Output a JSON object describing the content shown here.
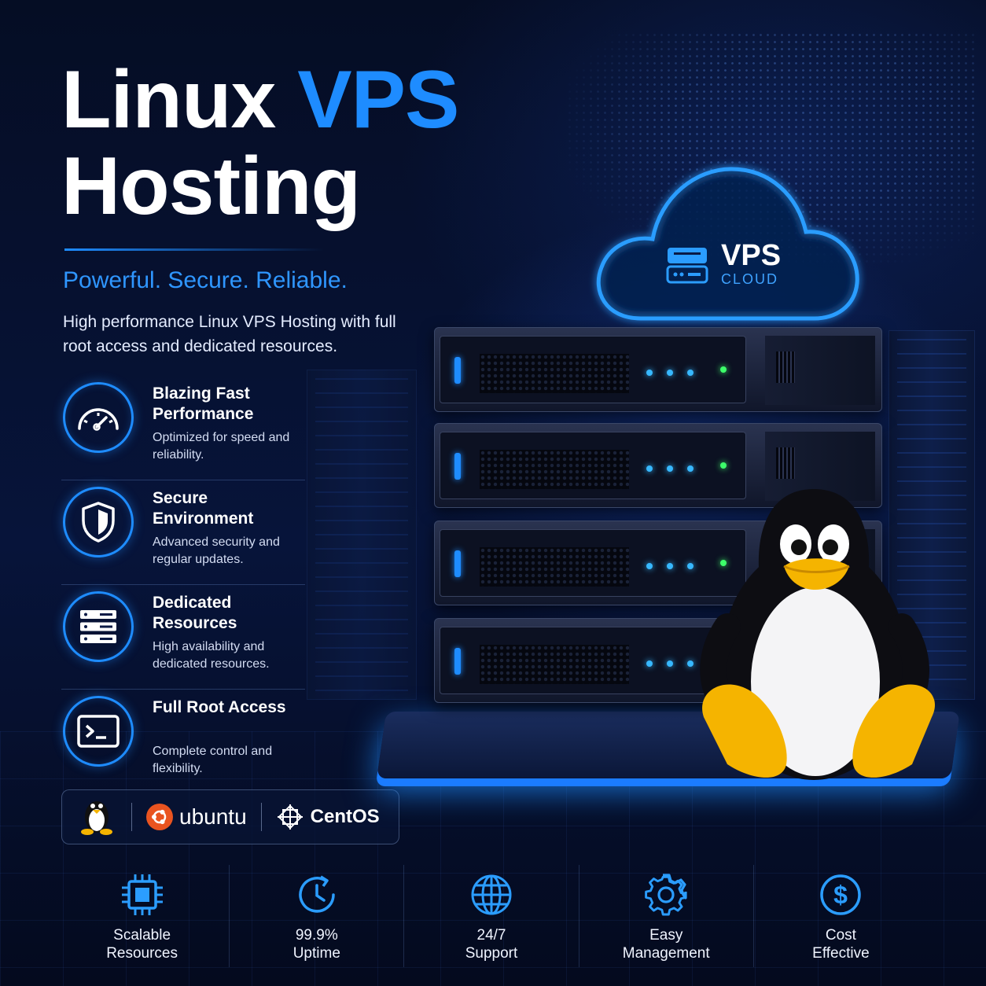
{
  "title": {
    "line1_plain": "Linux ",
    "line1_accent": "VPS",
    "line2": "Hosting"
  },
  "tagline": "Powerful. Secure. Reliable.",
  "description": "High performance Linux VPS Hosting with full root access and dedicated resources.",
  "features": [
    {
      "title": "Blazing Fast Performance",
      "desc": "Optimized for speed and reliability.",
      "icon": "speedometer-icon"
    },
    {
      "title": "Secure Environment",
      "desc": "Advanced security and regular updates.",
      "icon": "shield-icon"
    },
    {
      "title": "Dedicated Resources",
      "desc": "High availability and dedicated resources.",
      "icon": "server-stack-icon"
    },
    {
      "title": "Full Root Access",
      "desc": "Complete control and flexibility.",
      "icon": "terminal-icon"
    }
  ],
  "distros": {
    "ubuntu": "ubuntu",
    "centos": "CentOS"
  },
  "cloud": {
    "label": "VPS",
    "sub": "CLOUD"
  },
  "stats": [
    {
      "line1": "Scalable",
      "line2": "Resources",
      "icon": "cpu-chip-icon"
    },
    {
      "line1": "99.9%",
      "line2": "Uptime",
      "icon": "clock-icon"
    },
    {
      "line1": "24/7",
      "line2": "Support",
      "icon": "globe-icon"
    },
    {
      "line1": "Easy",
      "line2": "Management",
      "icon": "gear-icon"
    },
    {
      "line1": "Cost",
      "line2": "Effective",
      "icon": "dollar-icon"
    }
  ],
  "colors": {
    "accent": "#1e8cff",
    "background": "#07143a",
    "penguin_yellow": "#f5b400"
  }
}
